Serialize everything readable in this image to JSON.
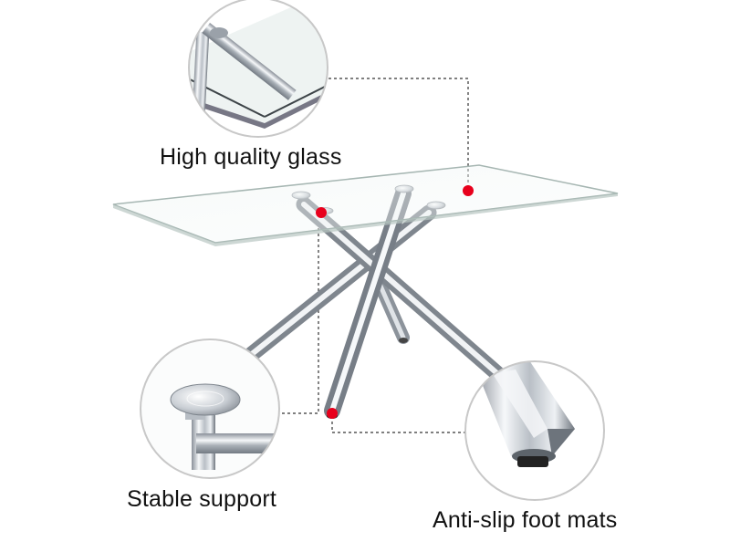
{
  "labels": {
    "glass": "High quality glass",
    "support": "Stable support",
    "feet": "Anti-slip foot mats"
  },
  "colors": {
    "marker": "#e8001c",
    "leader": "#333333",
    "chrome_light": "#f4f6f8",
    "chrome_dark": "#7d848c",
    "glass_edge": "#9fb0ac"
  }
}
